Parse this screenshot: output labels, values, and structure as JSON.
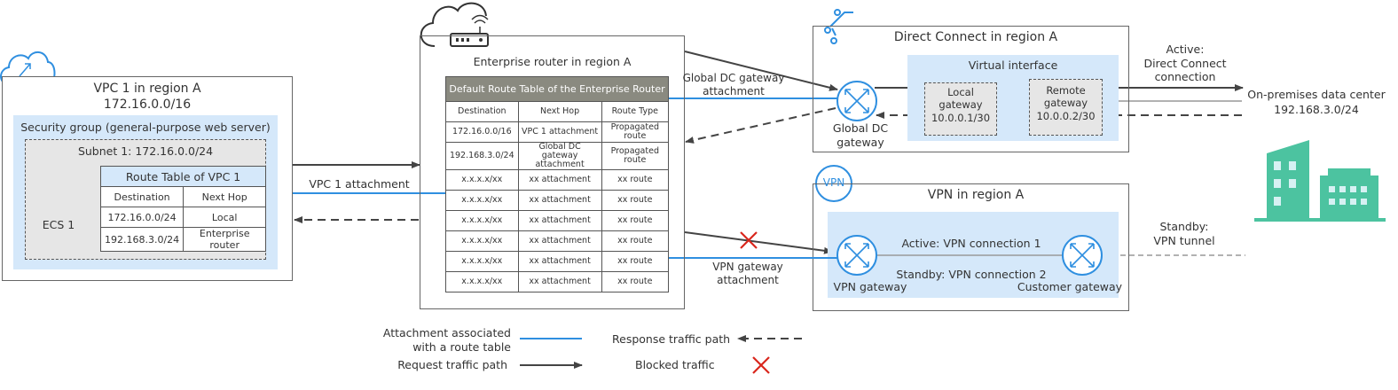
{
  "vpc": {
    "title": "VPC 1 in region A",
    "cidr": "172.16.0.0/16",
    "security_group": "Security group (general-purpose web server)",
    "subnet": "Subnet 1: 172.16.0.0/24",
    "ecs": "ECS 1",
    "route_table": {
      "title": "Route Table of VPC 1",
      "headers": [
        "Destination",
        "Next Hop"
      ],
      "rows": [
        [
          "172.16.0.0/24",
          "Local"
        ],
        [
          "192.168.3.0/24",
          "Enterprise router"
        ]
      ]
    }
  },
  "vpc_attachment_label": "VPC 1 attachment",
  "er": {
    "title": "Enterprise router in region A",
    "table_title": "Default Route Table of the Enterprise Router",
    "headers": [
      "Destination",
      "Next Hop",
      "Route Type"
    ],
    "rows": [
      [
        "172.16.0.0/16",
        "VPC 1 attachment",
        "Propagated route"
      ],
      [
        "192.168.3.0/24",
        "Global DC gateway attachment",
        "Propagated route"
      ],
      [
        "x.x.x.x/xx",
        "xx attachment",
        "xx route"
      ],
      [
        "x.x.x.x/xx",
        "xx attachment",
        "xx route"
      ],
      [
        "x.x.x.x/xx",
        "xx attachment",
        "xx route"
      ],
      [
        "x.x.x.x/xx",
        "xx attachment",
        "xx route"
      ],
      [
        "x.x.x.x/xx",
        "xx attachment",
        "xx route"
      ],
      [
        "x.x.x.x/xx",
        "xx attachment",
        "xx route"
      ]
    ]
  },
  "dc_attachment_label": [
    "Global DC gateway",
    "attachment"
  ],
  "vpn_attachment_label": [
    "VPN gateway",
    "attachment"
  ],
  "dc": {
    "title": "Direct Connect in region A",
    "virtual_interface": "Virtual interface",
    "global_dc_gateway": [
      "Global DC",
      "gateway"
    ],
    "local_gateway": [
      "Local",
      "gateway",
      "10.0.0.1/30"
    ],
    "remote_gateway": [
      "Remote",
      "gateway",
      "10.0.0.2/30"
    ]
  },
  "vpn": {
    "icon_text": "VPN",
    "title": "VPN in region A",
    "active_connection": "Active: VPN connection 1",
    "standby_connection": "Standby: VPN connection 2",
    "vpn_gateway": "VPN gateway",
    "customer_gateway": "Customer gateway"
  },
  "active_dc_label": [
    "Active:",
    "Direct Connect",
    "connection"
  ],
  "standby_vpn_label": [
    "Standby:",
    "VPN tunnel"
  ],
  "onprem": {
    "title": "On-premises data center",
    "cidr": "192.168.3.0/24"
  },
  "legend": {
    "attachment": [
      "Attachment associated",
      "with a route table"
    ],
    "request": "Request traffic path",
    "response": "Response traffic path",
    "blocked": "Blocked traffic"
  },
  "colors": {
    "attachment_line": "#2f8fe0",
    "icon_blue": "#2f8fe0",
    "panel_blue": "#d5e8fa",
    "onprem_bg": "#d6f1f3",
    "building": "#4cc3a0",
    "table_header": "#8a8a80",
    "blocked": "#d9261c",
    "dark_line": "#444444"
  }
}
